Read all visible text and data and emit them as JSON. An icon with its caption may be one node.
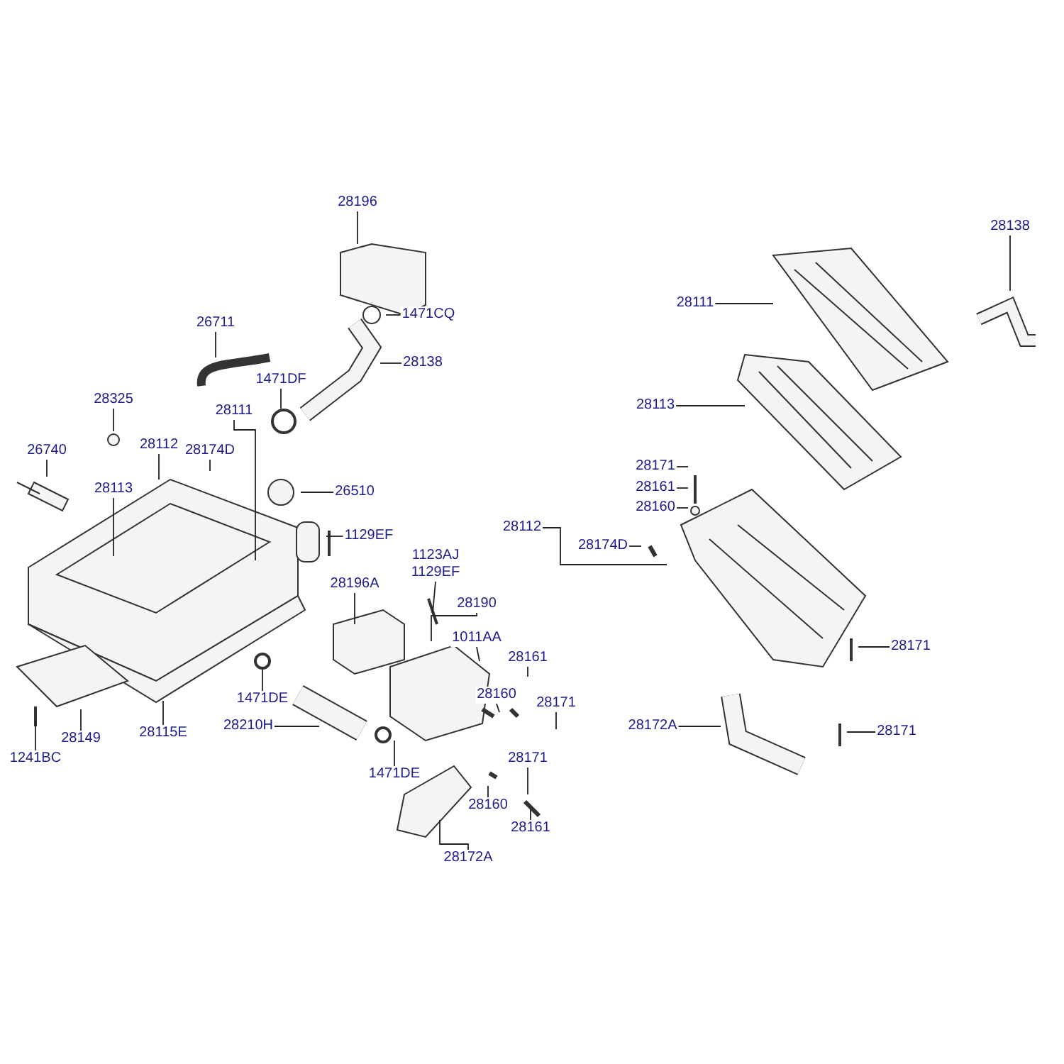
{
  "diagram": {
    "nodes": [
      {
        "text": [
          "28196"
        ]
      },
      {
        "text": [
          "1471CQ"
        ]
      },
      {
        "text": [
          "26711"
        ]
      },
      {
        "text": [
          "28138"
        ]
      },
      {
        "text": [
          "1471DF"
        ]
      },
      {
        "text": [
          "28325"
        ]
      },
      {
        "text": [
          "28111"
        ]
      },
      {
        "text": [
          "28112"
        ]
      },
      {
        "text": [
          "28174D"
        ]
      },
      {
        "text": [
          "26740"
        ]
      },
      {
        "text": [
          "28113"
        ]
      },
      {
        "text": [
          "26510"
        ]
      },
      {
        "text": [
          "1129EF"
        ]
      },
      {
        "text": [
          "1123AJ"
        ]
      },
      {
        "text": [
          "1129EF"
        ]
      },
      {
        "text": [
          "28196A"
        ]
      },
      {
        "text": [
          "28190"
        ]
      },
      {
        "text": [
          "1011AA"
        ]
      },
      {
        "text": [
          "28161"
        ]
      },
      {
        "text": [
          "28160"
        ]
      },
      {
        "text": [
          "28171"
        ]
      },
      {
        "text": [
          "1471DE"
        ]
      },
      {
        "text": [
          "28210H"
        ]
      },
      {
        "text": [
          "28149"
        ]
      },
      {
        "text": [
          "28115E"
        ]
      },
      {
        "text": [
          "1241BC"
        ]
      },
      {
        "text": [
          "1471DE"
        ]
      },
      {
        "text": [
          "28171"
        ]
      },
      {
        "text": [
          "28160"
        ]
      },
      {
        "text": [
          "28161"
        ]
      },
      {
        "text": [
          "28172A"
        ]
      },
      {
        "text": [
          "28138"
        ]
      },
      {
        "text": [
          "28111"
        ]
      },
      {
        "text": [
          "28113"
        ]
      },
      {
        "text": [
          "28171"
        ]
      },
      {
        "text": [
          "28161"
        ]
      },
      {
        "text": [
          "28160"
        ]
      },
      {
        "text": [
          "28112"
        ]
      },
      {
        "text": [
          "28174D"
        ]
      },
      {
        "text": [
          "28171"
        ]
      },
      {
        "text": [
          "28172A"
        ]
      },
      {
        "text": [
          "28171"
        ]
      }
    ],
    "edges": [
      {
        "from": 0,
        "to": null,
        "arrow": "none"
      },
      {
        "from": 1,
        "to": null,
        "arrow": "none"
      },
      {
        "from": 2,
        "to": null,
        "arrow": "none"
      },
      {
        "from": 3,
        "to": null,
        "arrow": "none"
      },
      {
        "from": 4,
        "to": null,
        "arrow": "none"
      },
      {
        "from": 5,
        "to": null,
        "arrow": "none"
      },
      {
        "from": 6,
        "to": null,
        "arrow": "none"
      },
      {
        "from": 7,
        "to": null,
        "arrow": "none"
      },
      {
        "from": 8,
        "to": null,
        "arrow": "none"
      },
      {
        "from": 9,
        "to": null,
        "arrow": "none"
      },
      {
        "from": 10,
        "to": null,
        "arrow": "none"
      },
      {
        "from": 11,
        "to": null,
        "arrow": "none"
      },
      {
        "from": 12,
        "to": null,
        "arrow": "none"
      },
      {
        "from": 14,
        "to": null,
        "arrow": "none"
      },
      {
        "from": 15,
        "to": null,
        "arrow": "none"
      },
      {
        "from": 16,
        "to": null,
        "arrow": "none"
      },
      {
        "from": 17,
        "to": null,
        "arrow": "none"
      },
      {
        "from": 18,
        "to": null,
        "arrow": "none"
      },
      {
        "from": 19,
        "to": null,
        "arrow": "none"
      },
      {
        "from": 20,
        "to": null,
        "arrow": "none"
      },
      {
        "from": 21,
        "to": null,
        "arrow": "none"
      },
      {
        "from": 22,
        "to": null,
        "arrow": "none"
      },
      {
        "from": 23,
        "to": null,
        "arrow": "none"
      },
      {
        "from": 24,
        "to": null,
        "arrow": "none"
      },
      {
        "from": 25,
        "to": null,
        "arrow": "none"
      },
      {
        "from": 26,
        "to": null,
        "arrow": "none"
      },
      {
        "from": 27,
        "to": null,
        "arrow": "none"
      },
      {
        "from": 28,
        "to": null,
        "arrow": "none"
      },
      {
        "from": 29,
        "to": null,
        "arrow": "none"
      },
      {
        "from": 30,
        "to": null,
        "arrow": "none"
      },
      {
        "from": 31,
        "to": null,
        "arrow": "none"
      },
      {
        "from": 32,
        "to": null,
        "arrow": "none"
      },
      {
        "from": 33,
        "to": null,
        "arrow": "none"
      },
      {
        "from": 34,
        "to": null,
        "arrow": "none"
      },
      {
        "from": 35,
        "to": null,
        "arrow": "none"
      },
      {
        "from": 36,
        "to": null,
        "arrow": "none"
      },
      {
        "from": 37,
        "to": null,
        "arrow": "none"
      },
      {
        "from": 38,
        "to": null,
        "arrow": "none"
      },
      {
        "from": 39,
        "to": null,
        "arrow": "none"
      },
      {
        "from": 40,
        "to": null,
        "arrow": "none"
      },
      {
        "from": 41,
        "to": null,
        "arrow": "none"
      }
    ]
  }
}
